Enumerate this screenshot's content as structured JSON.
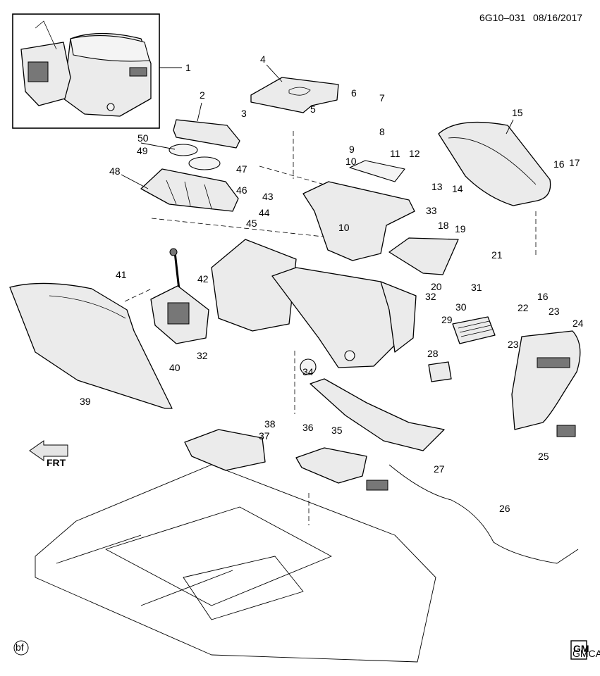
{
  "header": {
    "code": "6G10–031",
    "date": "08/16/2017"
  },
  "callouts": [
    {
      "num": "1"
    },
    {
      "num": "2"
    },
    {
      "num": "3"
    },
    {
      "num": "4"
    },
    {
      "num": "5"
    },
    {
      "num": "6"
    },
    {
      "num": "7"
    },
    {
      "num": "8"
    },
    {
      "num": "9"
    },
    {
      "num": "10"
    },
    {
      "num": "10"
    },
    {
      "num": "11"
    },
    {
      "num": "12"
    },
    {
      "num": "13"
    },
    {
      "num": "14"
    },
    {
      "num": "15"
    },
    {
      "num": "16"
    },
    {
      "num": "16"
    },
    {
      "num": "17"
    },
    {
      "num": "18"
    },
    {
      "num": "19"
    },
    {
      "num": "20"
    },
    {
      "num": "21"
    },
    {
      "num": "22"
    },
    {
      "num": "23"
    },
    {
      "num": "23"
    },
    {
      "num": "24"
    },
    {
      "num": "25"
    },
    {
      "num": "26"
    },
    {
      "num": "27"
    },
    {
      "num": "28"
    },
    {
      "num": "29"
    },
    {
      "num": "30"
    },
    {
      "num": "31"
    },
    {
      "num": "32"
    },
    {
      "num": "32"
    },
    {
      "num": "33"
    },
    {
      "num": "34"
    },
    {
      "num": "35"
    },
    {
      "num": "36"
    },
    {
      "num": "37"
    },
    {
      "num": "38"
    },
    {
      "num": "39"
    },
    {
      "num": "40"
    },
    {
      "num": "41"
    },
    {
      "num": "42"
    },
    {
      "num": "43"
    },
    {
      "num": "44"
    },
    {
      "num": "45"
    },
    {
      "num": "46"
    },
    {
      "num": "47"
    },
    {
      "num": "48"
    },
    {
      "num": "49"
    },
    {
      "num": "50"
    }
  ],
  "front_arrow": {
    "label": "FRT"
  },
  "footer": {
    "bf_mark": "bf",
    "gm_logo": "GM",
    "gm_sub": "GMCA"
  }
}
